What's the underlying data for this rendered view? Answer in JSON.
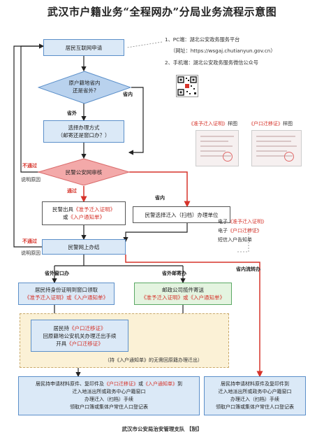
{
  "title": "武汉市户籍业务“全程网办”分局业务流程示意图",
  "info": {
    "pc": "1、PC端：湖北公安政务服务平台",
    "url": "（网址：https://wsgaj.chutianyun.gov.cn）",
    "mobile": "2、手机端：湖北公安政务服务微信公众号"
  },
  "samples": {
    "left_title_red": "《准予迁入证明》",
    "left_title_suffix": "样图",
    "right_title_red": "《户口迁移证》",
    "right_title_suffix": "样图"
  },
  "nodes": {
    "apply": "居民互联网申请",
    "decision_line1": "原户籍地省内",
    "decision_line2": "还是省外?",
    "choose_line1": "选择办理方式",
    "choose_line2": "（邮寄还是窗口办？）",
    "review": "民警公安网审核",
    "issue_line1": "民警出具",
    "issue_red1": "《准予迁入证明》",
    "issue_line2_prefix": "或",
    "issue_red2": "《入户通知单》",
    "choose_unit": "民警选择迁入（扫档）办理单位",
    "online_submit": "民警网上办结",
    "window_line1": "居民持身份证明到窗口领取",
    "window_red": "《准予迁入证明》或《入户通知单》",
    "post_line1": "邮政公司揽件寄送",
    "post_red": "《准予迁入证明》或《入户通知单》",
    "hold_line1_prefix": "居民持",
    "hold_red1": "《户口迁移证》",
    "hold_line2": "回原籍地公安机关办理迁出手续",
    "hold_line3_prefix": "开具",
    "hold_red2": "《户口迁移证》",
    "hold_note": "（持《入户通知单》的无需回原籍办理迁出）",
    "final_left_line1_prefix": "居民持申请材料原件、复印件及",
    "final_left_red1": "《户口迁移证》",
    "final_left_mid": "或",
    "final_left_red2": "《入户通知单》",
    "final_left_suffix": "到",
    "final_left_line2": "迁入地派出所或政务中心户籍窗口",
    "final_left_line3": "办理迁入（扫档）手续",
    "final_left_line4": "领取户口簿或集体户常住人口登记表",
    "final_right_line1": "居民持申请材料原件及复印件到",
    "final_right_line2": "迁入地派出所或政务中心户籍窗口",
    "final_right_line3": "办理迁入（扫档）手续",
    "final_right_line4": "领取户口簿或集体户常住人口登记表"
  },
  "edge_labels": {
    "province_in": "省内",
    "province_out": "省外",
    "province_in_2": "省内",
    "not_passed_1": "不通过",
    "reason_1": "说明原因",
    "passed": "通过",
    "not_passed_2": "不通过",
    "reason_2": "说明原因",
    "outside_window": "省外窗口办",
    "outside_post": "省外邮寄办",
    "inside_transfer": "省内流转办"
  },
  "e_notes": {
    "line1_prefix": "电子",
    "line1_red": "《准予迁入证明》",
    "line2_prefix": "电子",
    "line2_red": "《户口迁移证》",
    "line3": "短信入户告知单"
  },
  "footer": "武汉市公安局治安管理支队 【制】",
  "colors": {
    "box_fill": "#dbe9f7",
    "box_border": "#5b8fc9",
    "decision_fill": "#b9d2ee",
    "review_fill": "#f3a9a9",
    "arrow_black": "#222222",
    "arrow_red": "#d6332a",
    "green_fill": "#e4f4e0",
    "yellow_fill": "#fbf1d6"
  }
}
